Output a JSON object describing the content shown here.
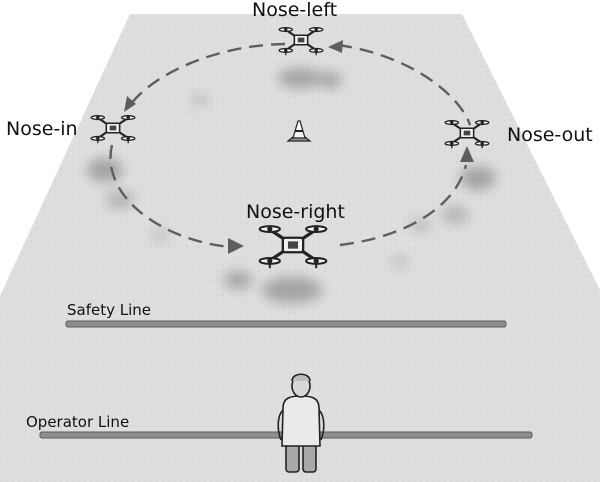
{
  "labels": {
    "nose_left": "Nose-left",
    "nose_in": "Nose-in",
    "nose_out": "Nose-out",
    "nose_right": "Nose-right",
    "safety_line": "Safety Line",
    "operator_line": "Operator Line"
  },
  "icons": {
    "drone": "quadcopter-drone-icon",
    "cone": "traffic-cone-icon",
    "operator": "operator-figure-icon"
  },
  "colors": {
    "ground": "#dcdcdc",
    "flight_path": "#5e5e5e",
    "line_bar": "#8e8e8e",
    "ghost_drone": "#9a9a9a"
  }
}
